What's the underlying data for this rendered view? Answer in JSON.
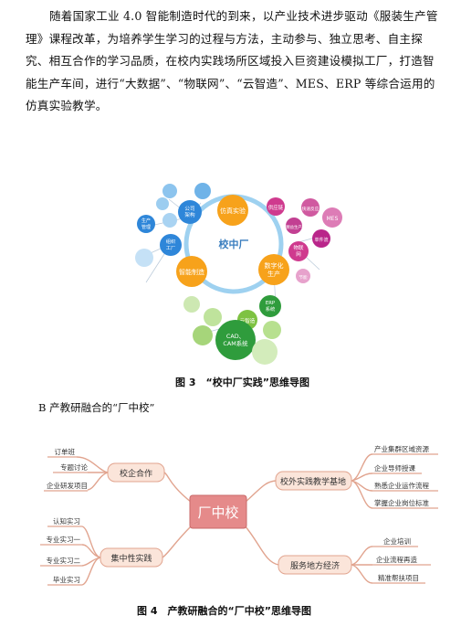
{
  "intro_paragraph": "随着国家工业 4.0 智能制造时代的到来，以产业技术进步驱动《服装生产管理》课程改革，为培养学生学习的过程与方法，主动参与、独立思考、自主探究、相互合作的学习品质，在校内实践场所区域投入巨资建设模拟工厂，打造智能生产车间，进行“大数据”、“物联网”、“云智造”、MES、ERP 等综合运用的仿真实验教学。",
  "figure3": {
    "caption": "图 3　“校中厂实践”思维导图",
    "center": "校中厂",
    "nodes": {
      "sim": "仿真实验",
      "digital": [
        "数字化",
        "生产"
      ],
      "smart": "智能制造",
      "company": [
        "公司",
        "架构"
      ],
      "org": [
        "组织",
        "工厂"
      ],
      "prod": [
        "生产",
        "管理"
      ],
      "cloud": "云智造",
      "erp": [
        "ERP",
        "系统"
      ],
      "cad": [
        "CAD、",
        "CAM系统"
      ],
      "iot": [
        "物联",
        "网"
      ],
      "mes": "MES",
      "supply": "供应链",
      "f1": "快速反应",
      "f2": "精益生产",
      "f3": "单件流",
      "f4": "节能",
      "f5": "",
      "f6": "",
      "f7": "",
      "f8": "",
      "f9": "",
      "f10": ""
    }
  },
  "section_heading": "B 产教研融合的“厂中校”",
  "figure4": {
    "caption": "图 4　产教研融合的“厂中校”思维导图",
    "center": "厂中校",
    "branches": {
      "coop": "校企合作",
      "practice": "集中性实践",
      "base": "校外实践教学基地",
      "service": "服务地方经济"
    },
    "leaves": {
      "coop": [
        "订单班",
        "专题讨论",
        "企业研发项目"
      ],
      "practice": [
        "认知实习",
        "专业实习一",
        "专业实习二",
        "毕业实习"
      ],
      "base": [
        "产业集群区域资源",
        "企业导师授课",
        "熟悉企业运作流程",
        "掌握企业岗位标准"
      ],
      "service": [
        "企业培训",
        "企业流程再造",
        "精准帮扶项目"
      ]
    }
  },
  "colors": {
    "orange": "#f7a21b",
    "green": "#7ec242",
    "blue": "#2e86d9",
    "magenta": "#cf3a8e",
    "darkgreen": "#2f9c3c",
    "ring": "#9ed1f0",
    "mm_center": "#e58a8a",
    "mm_line": "#e1a48f"
  }
}
